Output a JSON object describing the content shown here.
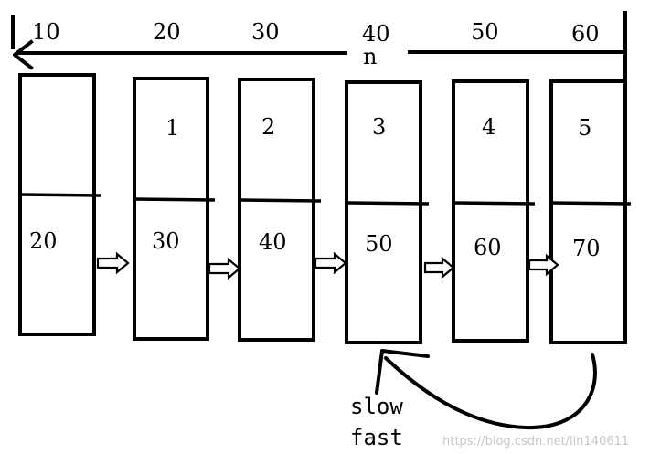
{
  "top_labels": [
    "10",
    "20",
    "30",
    "40",
    "50",
    "60"
  ],
  "n_label": "n",
  "nodes": [
    {
      "index": "",
      "value": "20"
    },
    {
      "index": "1",
      "value": "30"
    },
    {
      "index": "2",
      "value": "40"
    },
    {
      "index": "3",
      "value": "50"
    },
    {
      "index": "4",
      "value": "60"
    },
    {
      "index": "5",
      "value": "70"
    }
  ],
  "pointer_labels": {
    "slow": "slow",
    "fast": "fast"
  },
  "watermark": "https://blog.csdn.net/lin140611",
  "colors": {
    "ink": "#000000",
    "background": "#ffffff",
    "watermark": "#c8c8c8"
  }
}
